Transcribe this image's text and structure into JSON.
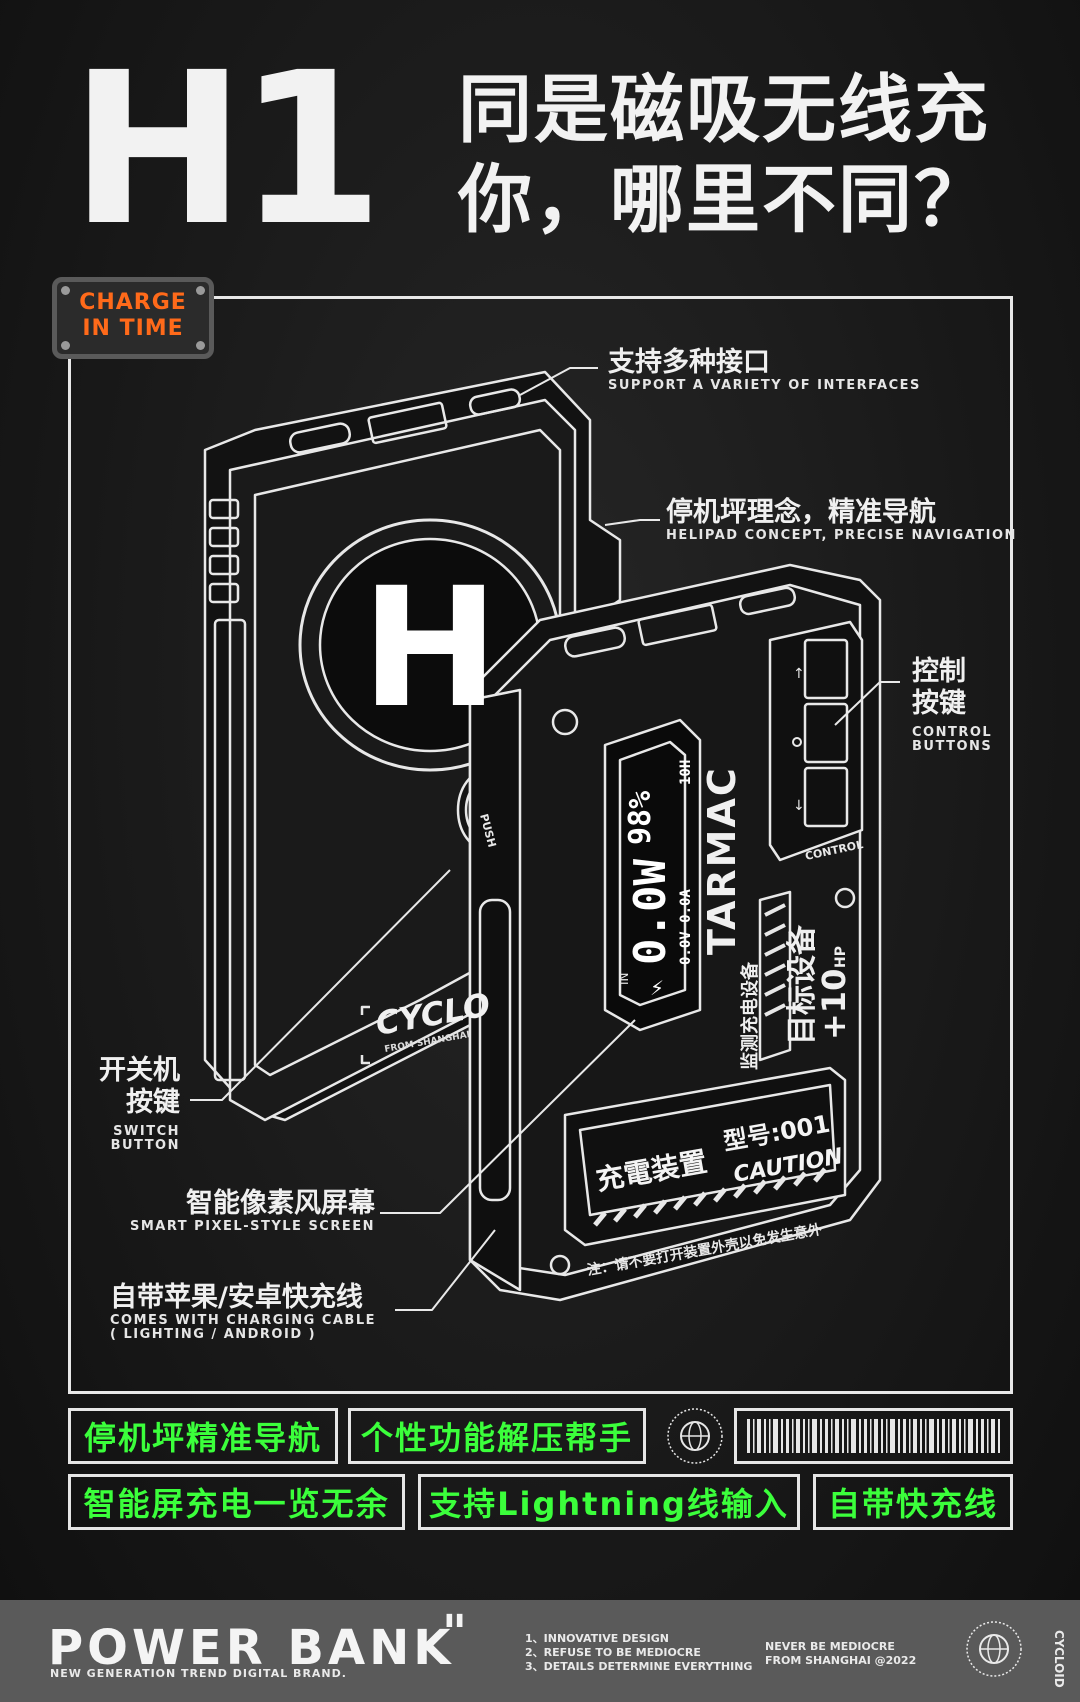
{
  "header": {
    "model": "H1",
    "headline_line1": "同是磁吸无线充",
    "headline_line2": "你，哪里不同？"
  },
  "badge": {
    "line1": "CHARGE",
    "line2": "IN TIME"
  },
  "callouts": {
    "interfaces": {
      "zh": "支持多种接口",
      "en": "SUPPORT A VARIETY OF INTERFACES"
    },
    "helipad": {
      "zh": "停机坪理念，精准导航",
      "en": "HELIPAD CONCEPT, PRECISE NAVIGATION"
    },
    "control": {
      "zh1": "控制",
      "zh2": "按键",
      "en1": "CONTROL",
      "en2": "BUTTONS"
    },
    "switch": {
      "zh1": "开关机",
      "zh2": "按键",
      "en1": "SWITCH",
      "en2": "BUTTON"
    },
    "screen": {
      "zh": "智能像素风屏幕",
      "en": "SMART PIXEL-STYLE SCREEN"
    },
    "cable": {
      "zh": "自带苹果/安卓快充线",
      "en1": "COMES WITH CHARGING CABLE",
      "en2": "( LIGHTING / ANDROID )"
    }
  },
  "device": {
    "back_brand": "CYCLO",
    "back_sub": "FROM SHANGHAI",
    "helipad_letter": "H",
    "push": "PUSH",
    "screen_power": "0.0W",
    "screen_percent": "98%",
    "screen_volt": "0.0V 0.0A",
    "screen_time": "10H",
    "screen_in": "IN",
    "screen_bolt": "⚡",
    "brand_vertical": "TARMAC",
    "monitor": "监测充电设备",
    "target": "目标设备",
    "hp": "+10",
    "hp_unit": "HP",
    "control_label": "CONTROL",
    "charge_label": "充電装置",
    "model_label": "型号:001",
    "caution": "CAUTION",
    "note": "注：请不要打开装置外壳以免发生意外"
  },
  "features": [
    "停机坪精准导航",
    "个性功能解压帮手",
    "智能屏充电一览无余",
    "支持Lightning线输入",
    "自带快充线"
  ],
  "footer": {
    "title": "POWER BANK",
    "quote": "\"",
    "subtitle": "NEW GENERATION TREND DIGITAL BRAND.",
    "list": [
      "1、INNOVATIVE DESIGN",
      "2、REFUSE TO BE MEDIOCRE",
      "3、DETAILS DETERMINE EVERYTHING"
    ],
    "slogan1": "NEVER BE MEDIOCRE",
    "slogan2": "FROM SHANGHAI @2022",
    "brand_vertical": "CYCLOID"
  }
}
